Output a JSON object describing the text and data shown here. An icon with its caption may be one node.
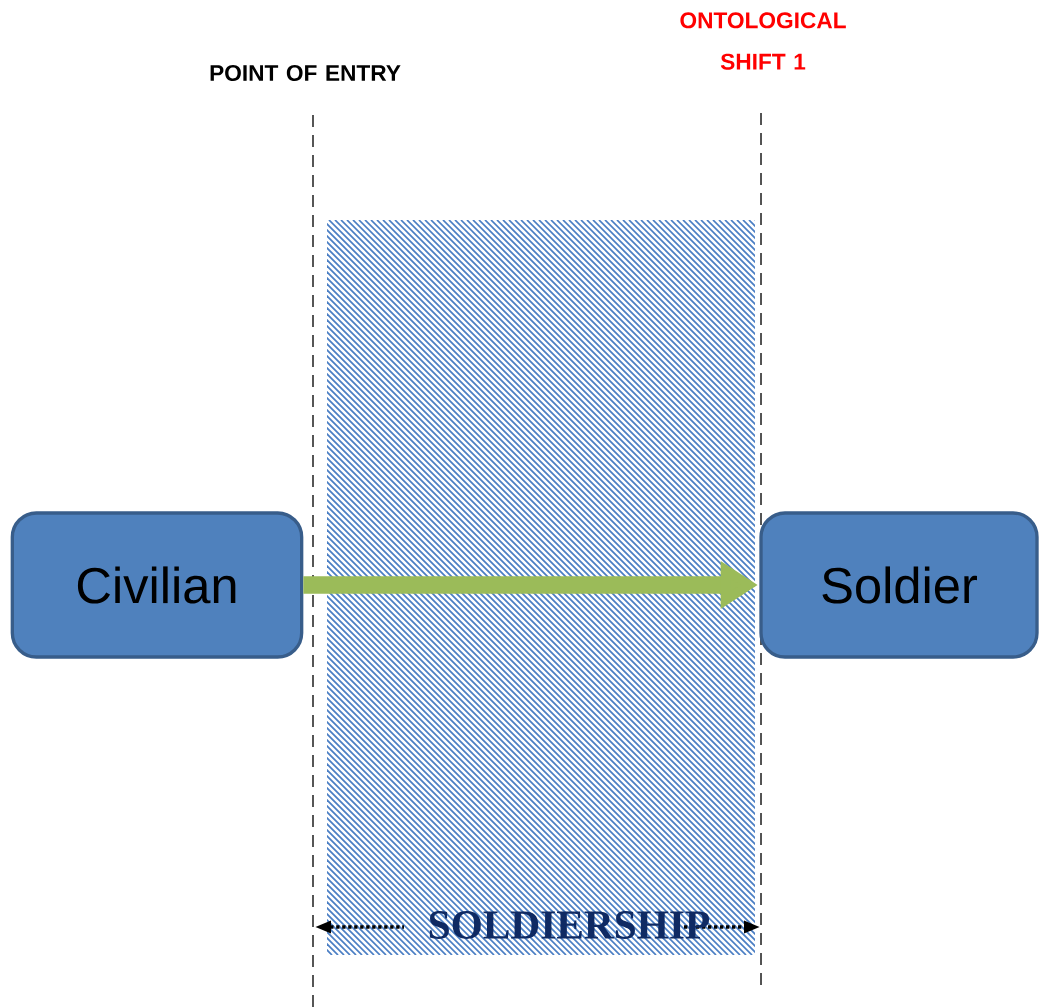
{
  "diagram": {
    "nodes": [
      {
        "text": [
          "Civilian"
        ]
      },
      {
        "text": [
          "Soldier"
        ]
      }
    ],
    "edges": [
      {
        "from": 0,
        "to": 1,
        "arrow": "to",
        "color": "#9bbb59"
      }
    ],
    "labels": [
      "ONTOLOGICAL SHIFT 1",
      "POINT OF ENTRY",
      "SOLDIERSHIP"
    ]
  }
}
